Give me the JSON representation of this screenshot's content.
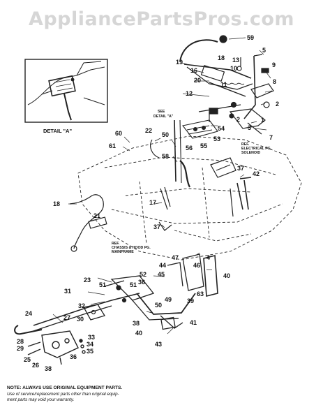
{
  "watermark": "AppliancePartsPros.com",
  "detail": {
    "title": "DETAIL \"A\""
  },
  "refs": {
    "see_detail_a": [
      "SEE",
      "DETAIL \"A\""
    ],
    "electrical": [
      "REF.",
      "ELECTRICAL PG.",
      "SOLENOID"
    ],
    "chassis": [
      "REF.",
      "CHASSIS & HOOD PG.",
      "MAINFRAME"
    ]
  },
  "callouts": [
    {
      "id": "c59",
      "text": "59"
    },
    {
      "id": "c13",
      "text": "13"
    },
    {
      "id": "c5",
      "text": "5"
    },
    {
      "id": "c18",
      "text": "18"
    },
    {
      "id": "c19",
      "text": "19"
    },
    {
      "id": "c10",
      "text": "10"
    },
    {
      "id": "c9",
      "text": "9"
    },
    {
      "id": "c16",
      "text": "16"
    },
    {
      "id": "c20",
      "text": "20"
    },
    {
      "id": "c8",
      "text": "8"
    },
    {
      "id": "c11",
      "text": "11"
    },
    {
      "id": "c12",
      "text": "12"
    },
    {
      "id": "c2a",
      "text": "2"
    },
    {
      "id": "c2b",
      "text": "2"
    },
    {
      "id": "c1",
      "text": "1"
    },
    {
      "id": "c3",
      "text": "3"
    },
    {
      "id": "c7",
      "text": "7"
    },
    {
      "id": "c54",
      "text": "54"
    },
    {
      "id": "c53",
      "text": "53"
    },
    {
      "id": "c55",
      "text": "55"
    },
    {
      "id": "c56",
      "text": "56"
    },
    {
      "id": "c22",
      "text": "22"
    },
    {
      "id": "c50a",
      "text": "50"
    },
    {
      "id": "c60",
      "text": "60"
    },
    {
      "id": "c61",
      "text": "61"
    },
    {
      "id": "c58",
      "text": "58"
    },
    {
      "id": "c37a",
      "text": "37"
    },
    {
      "id": "c42",
      "text": "42"
    },
    {
      "id": "c18b",
      "text": "18"
    },
    {
      "id": "c21",
      "text": "21"
    },
    {
      "id": "c17",
      "text": "17"
    },
    {
      "id": "c37b",
      "text": "37"
    },
    {
      "id": "c4",
      "text": "4"
    },
    {
      "id": "c47",
      "text": "47"
    },
    {
      "id": "c44",
      "text": "44"
    },
    {
      "id": "c46",
      "text": "46"
    },
    {
      "id": "c45",
      "text": "45"
    },
    {
      "id": "c40a",
      "text": "40"
    },
    {
      "id": "c63",
      "text": "63"
    },
    {
      "id": "c52",
      "text": "52"
    },
    {
      "id": "c23",
      "text": "23"
    },
    {
      "id": "c51a",
      "text": "51"
    },
    {
      "id": "c51b",
      "text": "51"
    },
    {
      "id": "c36a",
      "text": "36"
    },
    {
      "id": "c31",
      "text": "31"
    },
    {
      "id": "c32",
      "text": "32"
    },
    {
      "id": "c49",
      "text": "49"
    },
    {
      "id": "c50b",
      "text": "50"
    },
    {
      "id": "c39",
      "text": "39"
    },
    {
      "id": "c30",
      "text": "30"
    },
    {
      "id": "c38",
      "text": "38"
    },
    {
      "id": "c24",
      "text": "24"
    },
    {
      "id": "c27",
      "text": "27"
    },
    {
      "id": "c41",
      "text": "41"
    },
    {
      "id": "c40b",
      "text": "40"
    },
    {
      "id": "c33",
      "text": "33"
    },
    {
      "id": "c34",
      "text": "34"
    },
    {
      "id": "c35",
      "text": "35"
    },
    {
      "id": "c28",
      "text": "28"
    },
    {
      "id": "c29",
      "text": "29"
    },
    {
      "id": "c43",
      "text": "43"
    },
    {
      "id": "c25",
      "text": "25"
    },
    {
      "id": "c26",
      "text": "26"
    },
    {
      "id": "c36b",
      "text": "36"
    },
    {
      "id": "c38b",
      "text": "38"
    }
  ],
  "note": {
    "heading": "NOTE: ALWAYS USE ORIGINAL EQUIPMENT PARTS.",
    "line1": "Use of service/replacement parts other than original equip-",
    "line2": "ment parts may void your warranty."
  }
}
